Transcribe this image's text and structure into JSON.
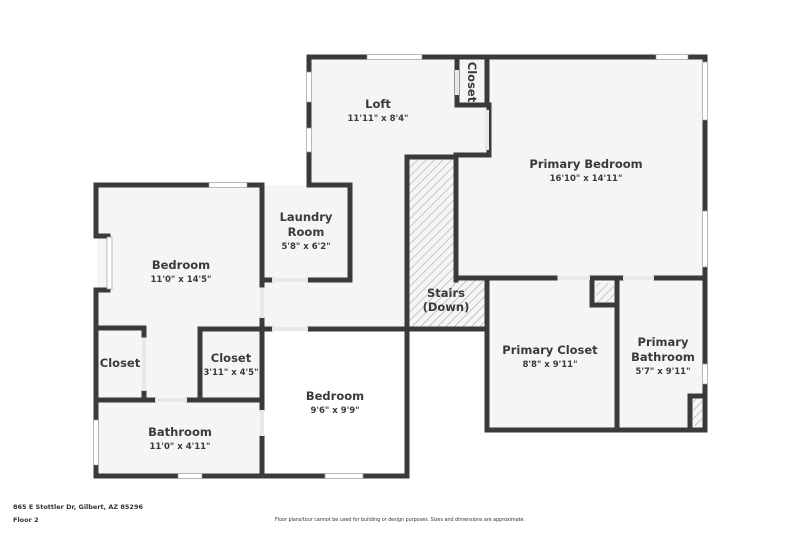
{
  "colors": {
    "wall": "#3a3a3a",
    "floor": "#f5f5f5",
    "stairs_hatch": "#b0b0b0",
    "window": "#ffffff",
    "background": "#ffffff"
  },
  "rooms": [
    {
      "id": "loft",
      "name": "Loft",
      "dims": "11'11\" x 8'4\""
    },
    {
      "id": "closet-loft",
      "name": "Closet",
      "dims": ""
    },
    {
      "id": "primary-bedroom",
      "name": "Primary Bedroom",
      "dims": "16'10\" x 14'11\""
    },
    {
      "id": "bedroom-1",
      "name": "Bedroom",
      "dims": "11'0\" x 14'5\""
    },
    {
      "id": "laundry",
      "name_line1": "Laundry",
      "name_line2": "Room",
      "dims": "5'8\" x 6'2\""
    },
    {
      "id": "stairs",
      "name_line1": "Stairs",
      "name_line2": "(Down)"
    },
    {
      "id": "closet-left",
      "name": "Closet",
      "dims": ""
    },
    {
      "id": "closet-mid",
      "name": "Closet",
      "dims": "3'11\" x 4'5\""
    },
    {
      "id": "bedroom-2",
      "name": "Bedroom",
      "dims": "9'6\" x 9'9\""
    },
    {
      "id": "bathroom",
      "name": "Bathroom",
      "dims": "11'0\" x 4'11\""
    },
    {
      "id": "primary-closet",
      "name": "Primary Closet",
      "dims": "8'8\" x 9'11\""
    },
    {
      "id": "primary-bathroom",
      "name_line1": "Primary",
      "name_line2": "Bathroom",
      "dims": "5'7\" x 9'11\""
    }
  ],
  "footer": {
    "address": "865 E Stottler Dr, Gilbert, AZ 85296",
    "floor": "Floor 2",
    "disclaimer": "Floor plans/tour cannot be used for building or design purposes. Sizes and dimensions are approximate."
  }
}
